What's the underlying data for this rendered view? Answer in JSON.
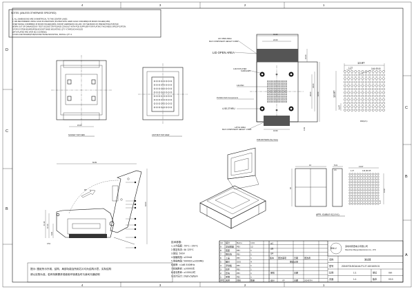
{
  "frame": {
    "columns": [
      "4",
      "3",
      "2",
      "1"
    ],
    "rows_left": [
      "D",
      "C",
      "B"
    ],
    "rows_right": [
      "C",
      "B",
      "A"
    ]
  },
  "notes": {
    "lines": [
      "NOTES: (UNLESS OTHERWISE SPECIFIED)",
      "1. ALL DIMENSIONS ARE SYMMETRICAL TO THE CENTER LINES.",
      "2. WE RECOMMEND USING GOLD PLATED PADS (PLATED WITH HARD GOLD 0.0013MM(0.05 MICRO INCHES) MIN).",
      "OVER NICKEL 0.0038MM(0.15 MICRO INCHES)(MIN), KNOOP HARDNESS 130~200, ON THE BASIS OF PREVENTING PCB PAD",
      "WORN OUT OR DAMAGED BY TEST SOCKET.OR PLEASE CONSULT WITH PCB SUPPLIER FOR PLATING THICKNESS SPECIFICATION.",
      "3.FOR SYSTEM BOARD(PCB)/SOCKET BASE MOUNTING, QTY 4,THROUGH HOLES",
      "WITH PLATED PAD (FOR M2.0 SCREWS).",
      "4.FOR LOAD BOARD(PCB)/SOCKET BASE MOUNTING, INSTALL QTY 4."
    ]
  },
  "views": {
    "socket_top": {
      "label": "SOCKET TOP VIEW",
      "dim": "15.00"
    },
    "unit_bot": {
      "label": "UNIT BOT TOP VIEW"
    },
    "pcb": {
      "label": "PCB PATTERN (Top View)",
      "lid_small": "LID OPEN AREA",
      "lid_height": "MAX COMPONENT HEIGHT 6.0MM",
      "lid_big": "LID OPEN AREA",
      "plated": "4-Φ4.5=PLATED",
      "plated2": "SURFACES",
      "pad": "144-PAD",
      "prohibit": "Prohibit Cloth Components",
      "thru": "4-Φ2.2THRU",
      "latch": "LATCH AREA",
      "latch_height": "MAX COMPONENT HEIGHT 1.5MM",
      "dims": {
        "w_outer": "31.00",
        "w_inner": "22.00",
        "lid_h": "10.00",
        "h1": "26.00",
        "h2": "34.00",
        "h3": "42.50",
        "latch_w": "19.50",
        "latch_h": "3.43"
      }
    },
    "pad": {
      "label": "PAD(2:1)",
      "w": "13.97",
      "pitch": "1.27",
      "count": "144-Φ0.8",
      "h": "13.97",
      "pitch_v": "1.27"
    },
    "ic": {
      "label": "APPL ICABLE IC(1.5:1)",
      "w": "16",
      "h": "16",
      "t": "5.01",
      "ball": "0.6",
      "gw": "13.97",
      "pitch": "1.27",
      "count": "144-Φ0.35",
      "gh": "13.97",
      "pitch_v": "1.27"
    },
    "side": {
      "w": "60.81",
      "h": "42.00",
      "off": "3.51",
      "h_a": "11.14",
      "h_b": "10.10",
      "h_c": "6.00",
      "angle": "95°"
    }
  },
  "tech": {
    "title": "技术参数:",
    "lines": [
      "1.工作温度: -55℃~150℃",
      "2.额定电流: 4A 125℃",
      "3.耐压: 500V",
      "4.接触电阻: ≤20mΩ",
      "5.绝缘电阻: 500VDC≥1000MΩ",
      "6.频率: <1dB 500MHz",
      "7.机械寿命: ≥30000次",
      "8.老化寿命: ≥1000小时",
      "9.芯片压力: 20gf±5gf/pin"
    ]
  },
  "parts": {
    "rows": [
      [
        "10",
        "探针",
        "BeCu",
        "144"
      ],
      [
        "9",
        "浮动底座",
        "PEI",
        "12"
      ],
      [
        "8",
        "底座",
        "PEI",
        "1"
      ],
      [
        "7",
        "限位块",
        "PEI",
        "1"
      ],
      [
        "6",
        "上盖",
        "PEI",
        "1"
      ],
      [
        "5",
        "螺钉",
        "SUS",
        "4"
      ],
      [
        "4",
        "浮动板",
        "PEI",
        "1"
      ],
      [
        "3",
        "扣件",
        "PEI",
        "1"
      ],
      [
        "2",
        "压块",
        "PEI",
        "1"
      ],
      [
        "1",
        "手柄",
        "PEI",
        "1"
      ]
    ],
    "header": [
      "序号",
      "名称",
      "材料",
      "数量"
    ]
  },
  "revision": {
    "marks": [
      "ΔC",
      "ΔB",
      "ΔA"
    ],
    "head": [
      "版本",
      "更改事项",
      "日期",
      "更改者"
    ],
    "record": "更改记录",
    "review": "审核",
    "date_label": "日期",
    "design": "设计",
    "designer": "XP",
    "design_date": "20240704"
  },
  "title_block": {
    "logo": "BNLU",
    "company_cn": "深圳市邦西电子有限公司",
    "company_en": "Shenzhen Bangxi Electronics Co., LTD",
    "name_label": "名称",
    "name": "测试座",
    "model_label": "型号",
    "model": "20240703-BGA144-P1.27-16X16X5.01",
    "scale_label": "比例",
    "scale": "1:1",
    "unit_label": "单位",
    "unit": "mm",
    "page_label": "页面",
    "page": "1-1",
    "version_label": "版本",
    "version": "V3.0"
  },
  "footnote": {
    "lines": [
      "提示: 图纸所示外观、结构、局部功能及所用芯片均为结构示意，实际结构",
      "请以实物为准，若有特殊需求或使用环境请及时与我司沟通说明"
    ]
  }
}
